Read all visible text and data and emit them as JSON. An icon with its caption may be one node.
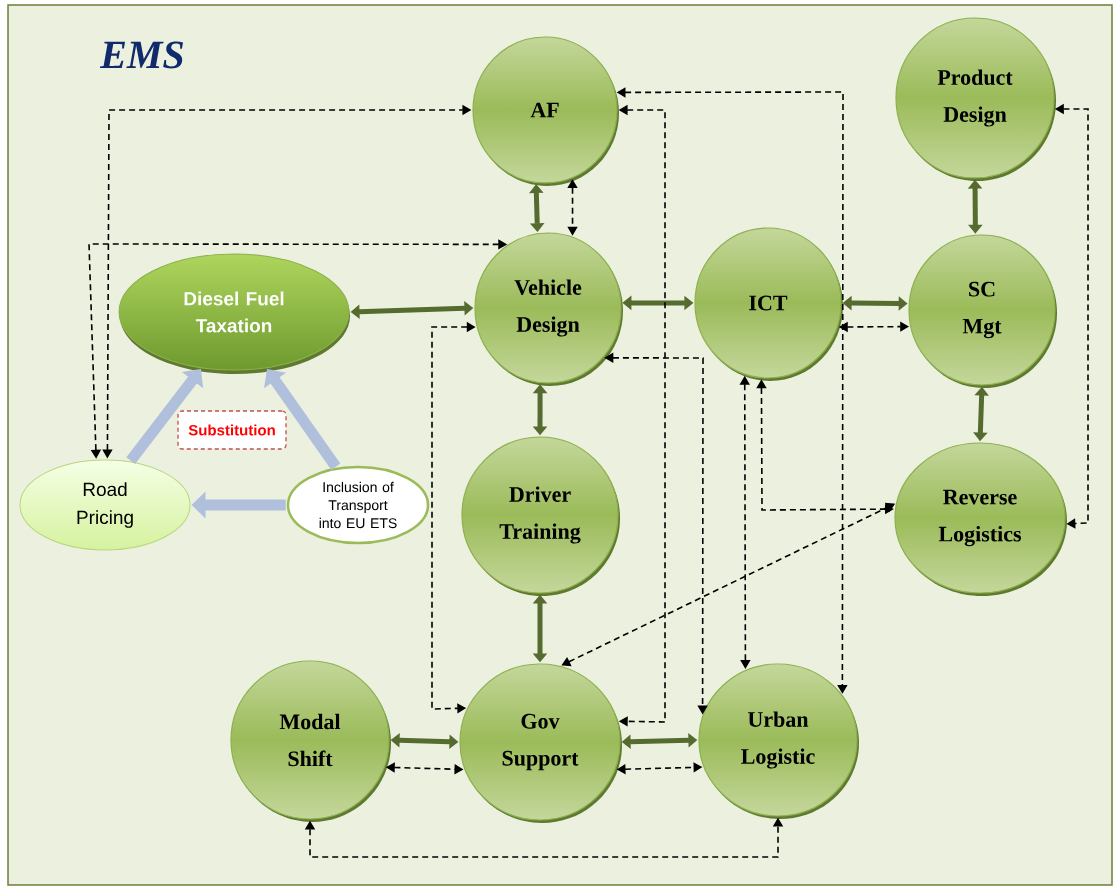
{
  "diagram": {
    "title": "EMS",
    "nodes": [
      {
        "text": [
          "AF"
        ]
      },
      {
        "text": [
          "Product Design"
        ]
      },
      {
        "text": [
          "Diesel Fuel Taxation"
        ]
      },
      {
        "text": [
          "Vehicle Design"
        ]
      },
      {
        "text": [
          "ICT"
        ]
      },
      {
        "text": [
          "SC Mgt"
        ]
      },
      {
        "text": [
          "Substitution"
        ]
      },
      {
        "text": [
          "Road Pricing"
        ]
      },
      {
        "text": [
          "Inclusion of Transport into EU ETS"
        ]
      },
      {
        "text": [
          "Driver Training"
        ]
      },
      {
        "text": [
          "Reverse Logistics"
        ]
      },
      {
        "text": [
          "Modal Shift"
        ]
      },
      {
        "text": [
          "Gov Support"
        ]
      },
      {
        "text": [
          "Urban Logistic"
        ]
      }
    ],
    "edges": [
      {
        "from": 0,
        "to": 3,
        "arrow": "both",
        "style": "thick",
        "color": "#556b2f"
      },
      {
        "from": 2,
        "to": 3,
        "arrow": "both",
        "style": "thick",
        "color": "#556b2f"
      },
      {
        "from": 3,
        "to": 4,
        "arrow": "both",
        "style": "thick",
        "color": "#556b2f"
      },
      {
        "from": 4,
        "to": 5,
        "arrow": "both",
        "style": "thick",
        "color": "#556b2f"
      },
      {
        "from": 1,
        "to": 5,
        "arrow": "both",
        "style": "thick",
        "color": "#556b2f"
      },
      {
        "from": 5,
        "to": 10,
        "arrow": "both",
        "style": "thick",
        "color": "#556b2f"
      },
      {
        "from": 3,
        "to": 9,
        "arrow": "both",
        "style": "thick",
        "color": "#556b2f"
      },
      {
        "from": 9,
        "to": 12,
        "arrow": "both",
        "style": "thick",
        "color": "#556b2f"
      },
      {
        "from": 11,
        "to": 12,
        "arrow": "both",
        "style": "thick",
        "color": "#556b2f"
      },
      {
        "from": 12,
        "to": 13,
        "arrow": "both",
        "style": "thick",
        "color": "#556b2f"
      },
      {
        "from": 7,
        "to": 2,
        "arrow": "to",
        "style": "thick",
        "color": "#b0c0dc"
      },
      {
        "from": 8,
        "to": 2,
        "arrow": "to",
        "style": "thick",
        "color": "#b0c0dc"
      },
      {
        "from": 8,
        "to": 7,
        "arrow": "to",
        "style": "thick",
        "color": "#b0c0dc"
      },
      {
        "from": 7,
        "to": 0,
        "arrow": "both",
        "style": "dashed"
      },
      {
        "from": 7,
        "to": 3,
        "arrow": "both",
        "style": "dashed"
      },
      {
        "from": 0,
        "to": 3,
        "arrow": "both",
        "style": "dashed"
      },
      {
        "from": 0,
        "to": 13,
        "arrow": "both",
        "style": "dashed"
      },
      {
        "from": 0,
        "to": 12,
        "arrow": "both",
        "style": "dashed"
      },
      {
        "from": 3,
        "to": 13,
        "arrow": "both",
        "style": "dashed"
      },
      {
        "from": 3,
        "to": 12,
        "arrow": "both",
        "style": "dashed"
      },
      {
        "from": 4,
        "to": 13,
        "arrow": "both",
        "style": "dashed"
      },
      {
        "from": 4,
        "to": 10,
        "arrow": "both",
        "style": "dashed"
      },
      {
        "from": 4,
        "to": 5,
        "arrow": "both",
        "style": "dashed"
      },
      {
        "from": 12,
        "to": 10,
        "arrow": "both",
        "style": "dashed"
      },
      {
        "from": 1,
        "to": 10,
        "arrow": "both",
        "style": "dashed"
      },
      {
        "from": 11,
        "to": 12,
        "arrow": "both",
        "style": "dashed"
      },
      {
        "from": 12,
        "to": 13,
        "arrow": "both",
        "style": "dashed"
      },
      {
        "from": 11,
        "to": 13,
        "arrow": "both",
        "style": "dashed"
      }
    ]
  }
}
